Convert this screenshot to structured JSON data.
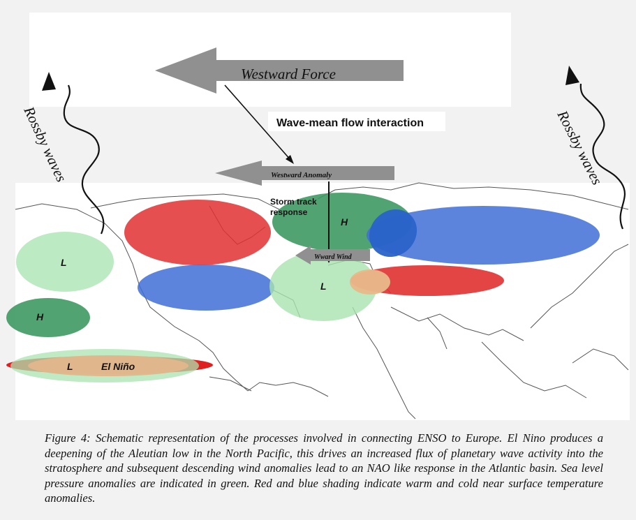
{
  "diagram": {
    "labels": {
      "westward_force": "Westward Force",
      "wave_mean_flow": "Wave-mean flow interaction",
      "westward_anomaly": "Westward Anomaly",
      "storm_track_line1": "Storm track",
      "storm_track_line2": "response",
      "wward_wind": "Wward Wind",
      "rossby_left": "Rossby waves",
      "rossby_right": "Rossby waves",
      "el_nino": "El Niño"
    },
    "pressure_labels": {
      "pacific_low": "L",
      "pacific_high": "H",
      "el_nino_low": "L",
      "atlantic_high": "H",
      "atlantic_low": "L"
    },
    "colors": {
      "pressure_anomaly": "#7fc08f",
      "warm": "#e03030",
      "cold": "#3f6fd6",
      "arrow": "#909090"
    }
  },
  "caption": "Figure 4: Schematic representation of the processes involved in connecting ENSO to Europe. El Nino produces a deepening of the Aleutian low in the North Pacific, this drives an increased flux of planetary wave activity into the stratosphere and subsequent descending wind anomalies lead to an NAO like response in the Atlantic basin. Sea level pressure anomalies are indicated in green. Red and blue shading indicate warm and cold near surface temperature anomalies."
}
